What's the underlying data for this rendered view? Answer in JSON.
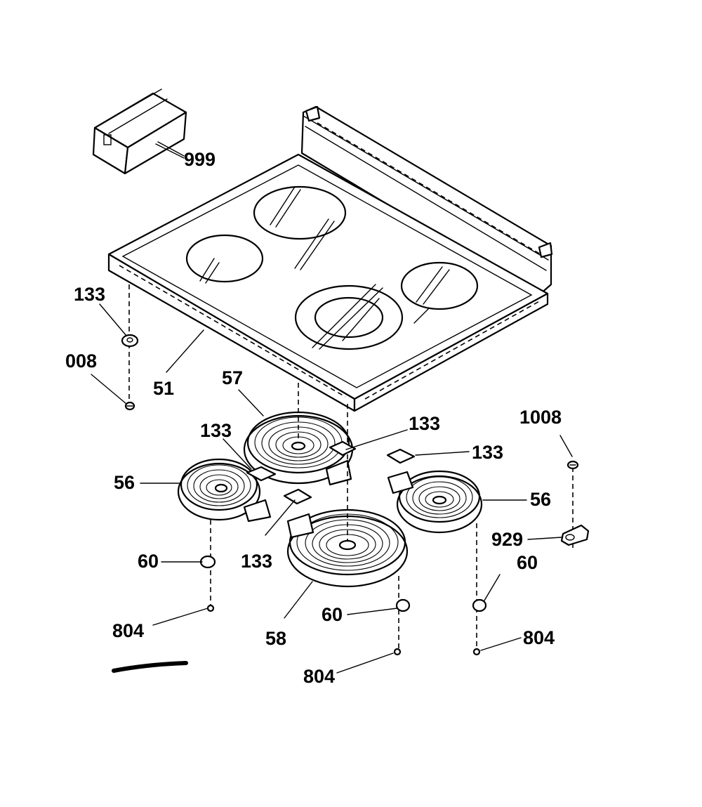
{
  "labels": {
    "box": "999",
    "cooktop": "51",
    "clip_top": "133",
    "screw_left": "008",
    "element_back_left": "57",
    "element_left": "56",
    "element_right": "56",
    "element_front": "58",
    "pad_a": "133",
    "pad_b": "133",
    "pad_c": "133",
    "pad_d": "133",
    "screw_right_top": "1008",
    "bracket_right": "929",
    "nut_left": "60",
    "nut_center": "60",
    "nut_right": "60",
    "screw_bottom_left": "804",
    "screw_bottom_center": "804",
    "screw_bottom_right": "804"
  },
  "icons": {
    "box": "replacement-part-box-icon",
    "cooktop": "glass-cooktop-icon",
    "surface_element": "radiant-surface-element-icon",
    "screw": "screw-icon",
    "nut": "nut-icon",
    "pad": "insulation-pad-icon",
    "bracket": "bracket-icon"
  },
  "colors": {
    "ink": "#000000",
    "paper": "#ffffff"
  }
}
